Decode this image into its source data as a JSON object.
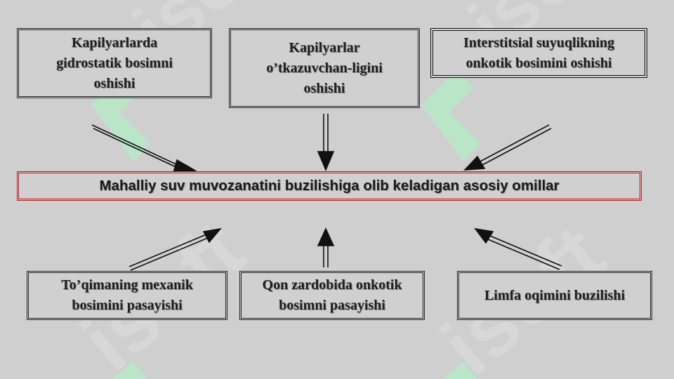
{
  "top_boxes": [
    {
      "lines": [
        "Kapilyarlarda",
        "gidrostatik bosimni",
        "oshishi"
      ]
    },
    {
      "lines": [
        "Kapilyarlar",
        "o’tkazuvchan-ligini",
        "oshishi"
      ]
    },
    {
      "lines": [
        "Interstitsial suyuqlikning",
        "onkotik bosimini oshishi"
      ]
    }
  ],
  "center": {
    "label": "Mahalliy suv muvozanatini buzilishiga olib keladigan asosiy omillar"
  },
  "bottom_boxes": [
    {
      "lines": [
        "To’qimaning mexanik",
        "bosimini pasayishi"
      ]
    },
    {
      "lines": [
        "Qon zardobida onkotik",
        "bosimni pasayishi"
      ]
    },
    {
      "lines": [
        "Limfa oqimini buzilishi"
      ]
    }
  ],
  "watermark": {
    "text": "isoft",
    "color": "#7ee0a8"
  }
}
